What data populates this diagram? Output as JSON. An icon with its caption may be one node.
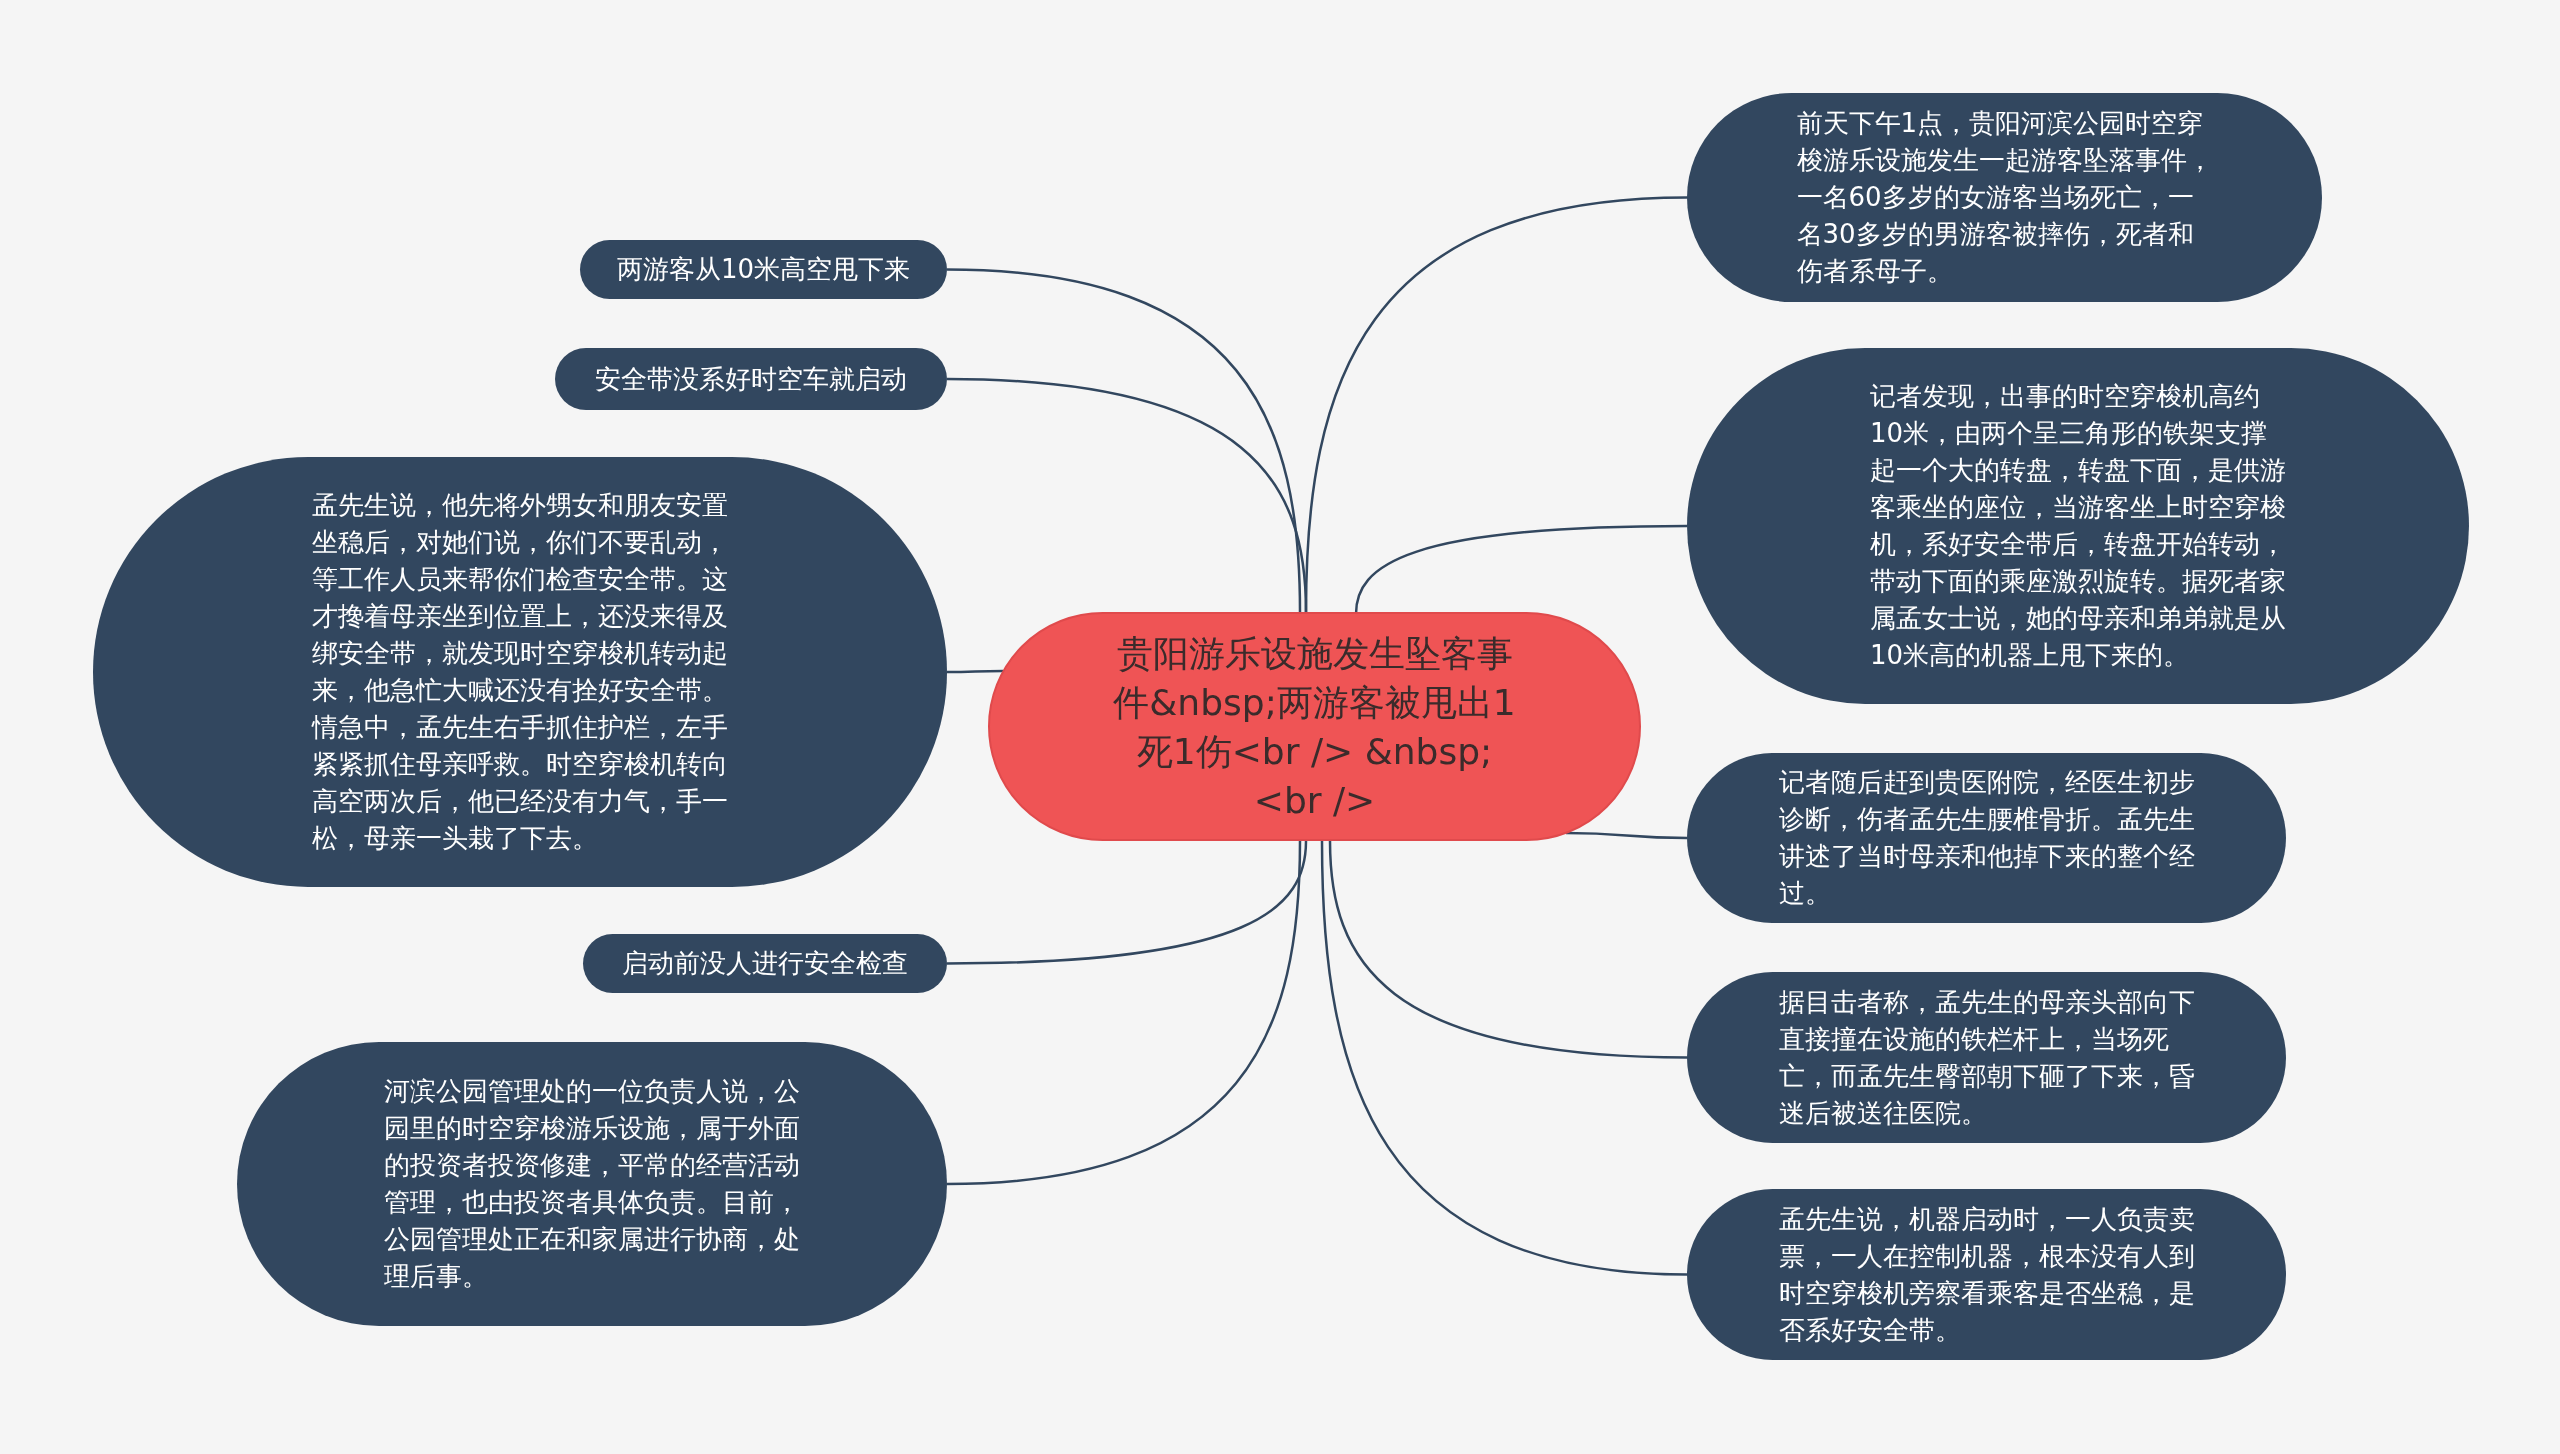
{
  "diagram": {
    "nodes": [
      {
        "text": [
          "贵阳游乐设施发生坠客事件&nbsp;两游客被甩出1死1伤<br /> &nbsp; <br />"
        ]
      },
      {
        "text": [
          "两游客从10米高空甩下来"
        ]
      },
      {
        "text": [
          "安全带没系好时空车就启动"
        ]
      },
      {
        "text": [
          "孟先生说，他先将外甥女和朋友安置坐稳后，对她们说，你们不要乱动，等工作人员来帮你们检查安全带。这才搀着母亲坐到位置上，还没来得及绑安全带，就发现时空穿梭机转动起来，他急忙大喊还没有拴好安全带。情急中，孟先生右手抓住护栏，左手紧紧抓住母亲呼救。时空穿梭机转向高空两次后，他已经没有力气，手一松，母亲一头栽了下去。"
        ]
      },
      {
        "text": [
          "启动前没人进行安全检查"
        ]
      },
      {
        "text": [
          "河滨公园管理处的一位负责人说，公园里的时空穿梭游乐设施，属于外面的投资者投资修建，平常的经营活动管理，也由投资者具体负责。目前，公园管理处正在和家属进行协商，处理后事。"
        ]
      },
      {
        "text": [
          "前天下午1点，贵阳河滨公园时空穿梭游乐设施发生一起游客坠落事件，一名60多岁的女游客当场死亡，一名30多岁的男游客被摔伤，死者和伤者系母子。"
        ]
      },
      {
        "text": [
          "记者发现，出事的时空穿梭机高约10米，由两个呈三角形的铁架支撑起一个大的转盘，转盘下面，是供游客乘坐的座位，当游客坐上时空穿梭机，系好安全带后，转盘开始转动，带动下面的乘座激烈旋转。据死者家属孟女士说，她的母亲和弟弟就是从10米高的机器上甩下来的。"
        ]
      },
      {
        "text": [
          "记者随后赶到贵医附院，经医生初步诊断，伤者孟先生腰椎骨折。孟先生讲述了当时母亲和他掉下来的整个经过。"
        ]
      },
      {
        "text": [
          "据目击者称，孟先生的母亲头部向下直接撞在设施的铁栏杆上，当场死亡，而孟先生臀部朝下砸了下来，昏迷后被送往医院。"
        ]
      },
      {
        "text": [
          "孟先生说，机器启动时，一人负责卖票，一人在控制机器，根本没有人到时空穿梭机旁察看乘客是否坐稳，是否系好安全带。"
        ]
      }
    ],
    "edges": [
      {
        "from": 0,
        "to": 1,
        "arrow": "none"
      },
      {
        "from": 0,
        "to": 2,
        "arrow": "none"
      },
      {
        "from": 0,
        "to": 3,
        "arrow": "none"
      },
      {
        "from": 0,
        "to": 4,
        "arrow": "none"
      },
      {
        "from": 0,
        "to": 5,
        "arrow": "none"
      },
      {
        "from": 0,
        "to": 6,
        "arrow": "none"
      },
      {
        "from": 0,
        "to": 7,
        "arrow": "none"
      },
      {
        "from": 0,
        "to": 8,
        "arrow": "none"
      },
      {
        "from": 0,
        "to": 9,
        "arrow": "none"
      },
      {
        "from": 0,
        "to": 10,
        "arrow": "none"
      }
    ]
  }
}
